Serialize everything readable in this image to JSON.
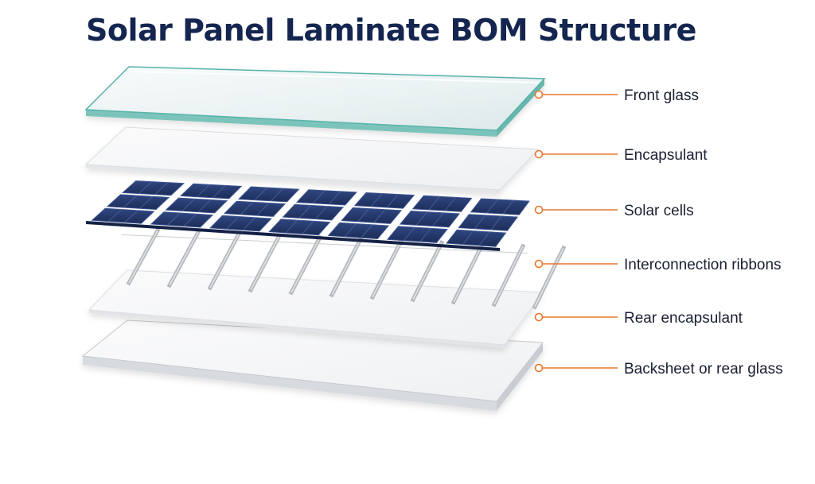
{
  "title": "Solar Panel Laminate BOM Structure",
  "colors": {
    "title": "#14254f",
    "label": "#1a1f33",
    "leader": "#e8772e",
    "cell": "#24386a",
    "cell_edge": "#3d5590",
    "glass_edge": "#58b3aa",
    "sheet_fill": "#f5f6f8",
    "ribbon": "#b4b8bd"
  },
  "layers": [
    {
      "id": "front-glass",
      "label": "Front glass"
    },
    {
      "id": "encapsulant",
      "label": "Encapsulant"
    },
    {
      "id": "solar-cells",
      "label": "Solar cells"
    },
    {
      "id": "interconnection-ribbons",
      "label": "Interconnection ribbons"
    },
    {
      "id": "rear-encapsulant",
      "label": "Rear encapsulant"
    },
    {
      "id": "backsheet",
      "label": "Backsheet or rear glass"
    }
  ]
}
